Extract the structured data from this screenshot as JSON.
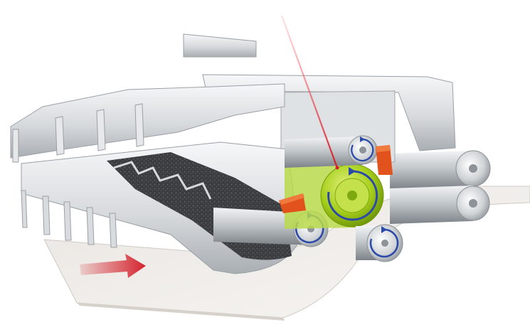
{
  "figure": {
    "background": "#ffffff",
    "colors": {
      "metal_light": "#eef0f2",
      "metal_mid": "#c9cdd1",
      "metal_dark": "#8e9499",
      "paper": "#f1efec",
      "toner": "#3b3d40",
      "drum_green": "#a6cf1a",
      "drum_green_dark": "#6f9a08",
      "rotation_arrow": "#2a49a8",
      "seal_orange": "#e2521c",
      "laser_red": "#d41e2a",
      "feed_arrow": "#d4232d"
    },
    "parts": [
      {
        "name": "paper-sheet",
        "icon": "paper-sheet"
      },
      {
        "name": "paper-feed-arrow",
        "icon": "arrow-right-icon"
      },
      {
        "name": "toner-hopper",
        "icon": "hopper"
      },
      {
        "name": "toner-auger",
        "icon": "auger"
      },
      {
        "name": "developer-roller",
        "icon": "roller",
        "rotation": "counterclockwise"
      },
      {
        "name": "photoconductor-drum",
        "icon": "drum",
        "rotation": "counterclockwise"
      },
      {
        "name": "charge-roller",
        "icon": "roller",
        "rotation": "counterclockwise"
      },
      {
        "name": "transfer-roller",
        "icon": "roller",
        "rotation": "counterclockwise"
      },
      {
        "name": "fuser-roller-upper",
        "icon": "roller"
      },
      {
        "name": "fuser-roller-lower",
        "icon": "roller"
      },
      {
        "name": "laser-beam",
        "icon": "laser-beam"
      },
      {
        "name": "wiper-blade-left",
        "icon": "blade"
      },
      {
        "name": "wiper-blade-right",
        "icon": "blade"
      }
    ]
  }
}
